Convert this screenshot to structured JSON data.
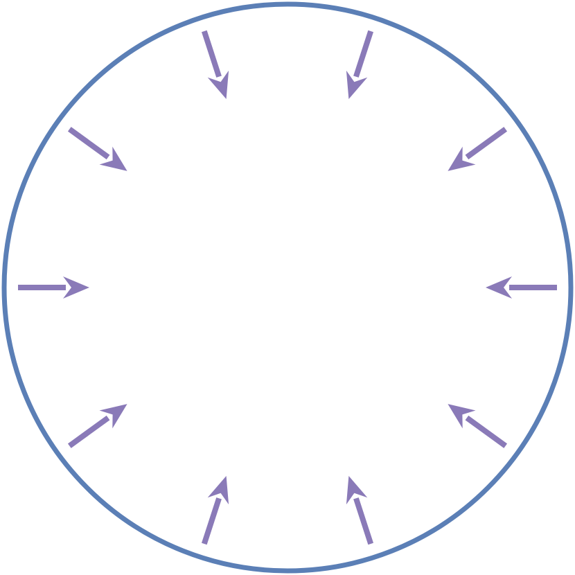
{
  "diagram": {
    "shape": "circle",
    "arrow_count": 10,
    "arrow_direction": "inward",
    "arrow_angles_deg": [
      0,
      36,
      72,
      108,
      144,
      180,
      216,
      252,
      288,
      324
    ],
    "icon": "arrow-inward-icon"
  },
  "colors": {
    "circle_stroke": "#5b7fb6",
    "arrow": "#8a7ab8",
    "background": "#ffffff"
  }
}
